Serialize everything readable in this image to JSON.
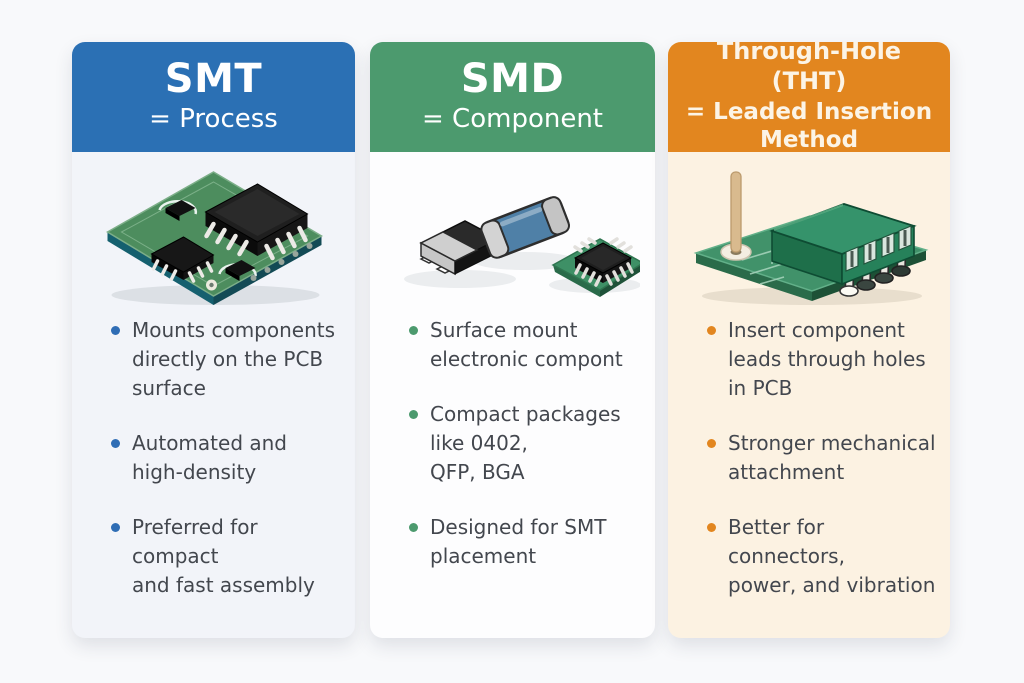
{
  "page": {
    "background": "#f8f9fb"
  },
  "cards": [
    {
      "title": "SMT",
      "subtitle": "= Process",
      "accent": "#2b70b4",
      "header_text": "#ffffff",
      "body_bg": "#f2f4f9",
      "bullet_color": "#2f6db5",
      "illustration": "smt-pcb-assembly",
      "bullets": [
        "Mounts components\ndirectly on the PCB\nsurface",
        "Automated and\nhigh-density",
        "Preferred for compact\nand fast assembly"
      ]
    },
    {
      "title": "SMD",
      "subtitle": "= Component",
      "accent": "#4c9a6e",
      "header_text": "#ffffff",
      "body_bg": "#fdfdfe",
      "bullet_color": "#4c9a6e",
      "illustration": "smd-components",
      "bullets": [
        "Surface mount\nelectronic compont",
        "Compact packages\nlike 0402,\nQFP, BGA",
        "Designed for SMT\nplacement"
      ]
    },
    {
      "title": "Through-Hole (THT)",
      "subtitle": "= Leaded Insertion\nMethod",
      "accent": "#e2861f",
      "header_text": "#fcf4e6",
      "body_bg": "#fcf2e2",
      "bullet_color": "#e2861f",
      "illustration": "tht-component-board",
      "bullets": [
        "Insert component\nleads through holes\nin PCB",
        "Stronger mechanical\nattachment",
        "Better for connectors,\npower, and vibration"
      ]
    }
  ]
}
